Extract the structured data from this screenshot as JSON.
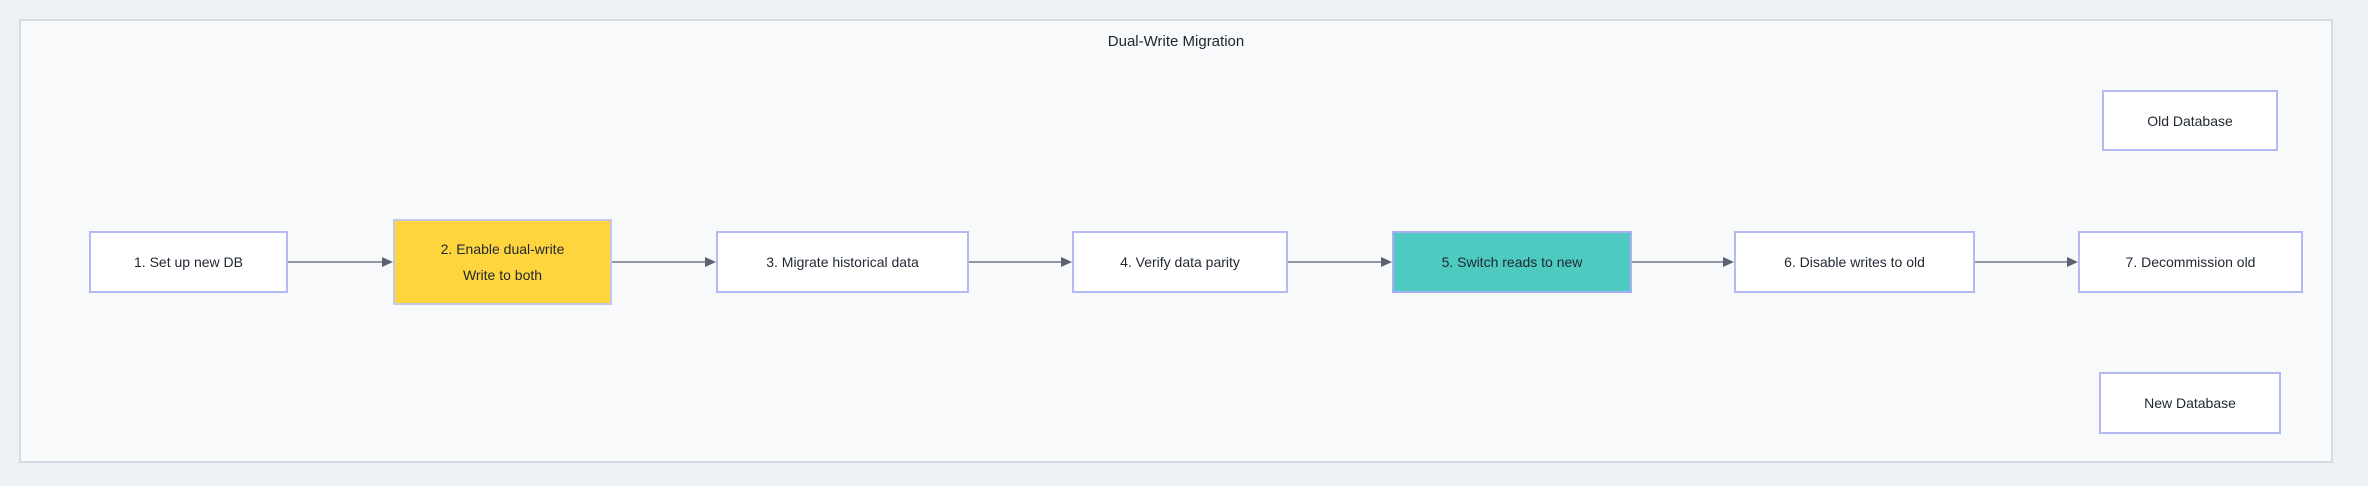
{
  "title": "Dual-Write Migration",
  "nodes": {
    "step1": {
      "label": "1. Set up new DB"
    },
    "step2": {
      "line1": "2. Enable dual-write",
      "line2": "Write to both",
      "highlight": "yellow"
    },
    "step3": {
      "label": "3. Migrate historical data"
    },
    "step4": {
      "label": "4. Verify data parity"
    },
    "step5": {
      "label": "5. Switch reads to new",
      "highlight": "teal"
    },
    "step6": {
      "label": "6. Disable writes to old"
    },
    "step7": {
      "label": "7. Decommission old"
    },
    "old_db": {
      "label": "Old Database"
    },
    "new_db": {
      "label": "New Database"
    }
  },
  "edges": [
    {
      "from": "step1",
      "to": "step2",
      "arrow": "right"
    },
    {
      "from": "step2",
      "to": "step3",
      "arrow": "right"
    },
    {
      "from": "step3",
      "to": "step4",
      "arrow": "right"
    },
    {
      "from": "step4",
      "to": "step5",
      "arrow": "right"
    },
    {
      "from": "step5",
      "to": "step6",
      "arrow": "right"
    },
    {
      "from": "step6",
      "to": "step7",
      "arrow": "right"
    }
  ],
  "colors": {
    "canvas_bg": "#edf1f6",
    "frame_bg": "#f8f9fb",
    "frame_border": "#d5dae4",
    "node_bg": "#ffffff",
    "node_border": "#b3baf1",
    "highlight_yellow": "#ffd53e",
    "highlight_teal": "#4ecac0",
    "edge_line": "#9098a6",
    "edge_arrowhead": "#5a6170",
    "text": "#1f2733"
  }
}
